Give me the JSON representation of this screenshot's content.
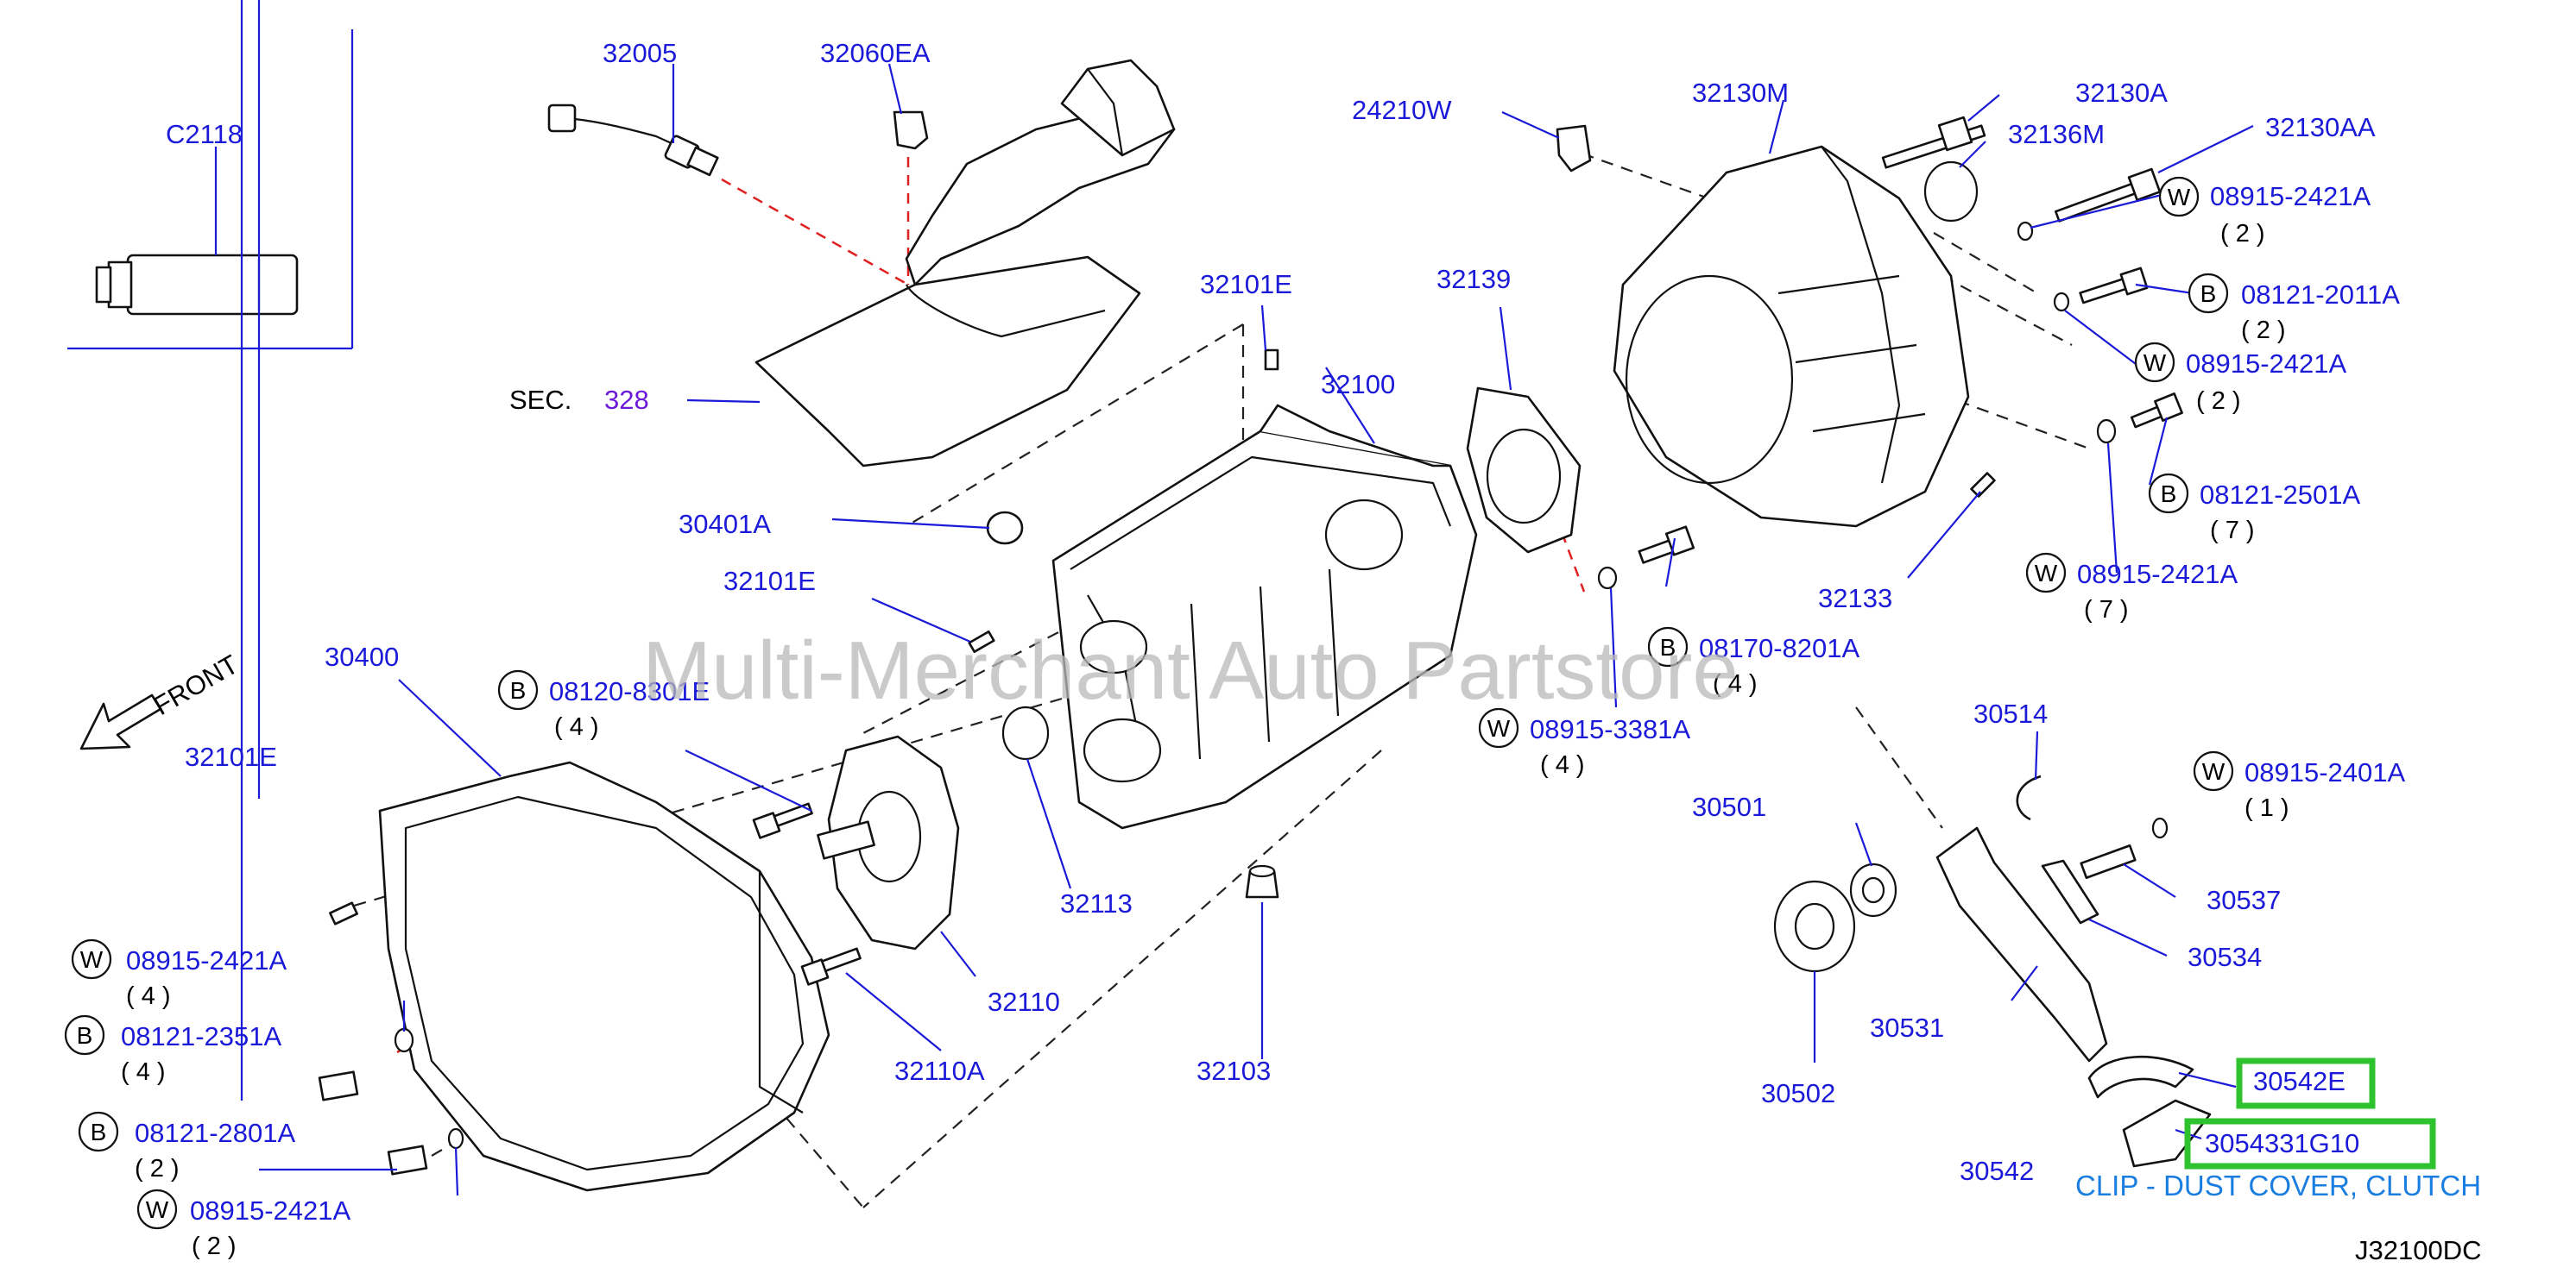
{
  "parts": {
    "p32005": "32005",
    "p32060EA": "32060EA",
    "pC2118": "C2118",
    "p24210W": "24210W",
    "p32130M": "32130M",
    "p32130A": "32130A",
    "p32130AA": "32130AA",
    "p32136M": "32136M",
    "p32139": "32139",
    "p32101E_a": "32101E",
    "p32100": "32100",
    "p30401A": "30401A",
    "p32101E_b": "32101E",
    "p32133": "32133",
    "p30400": "30400",
    "p32101E_c": "32101E",
    "p32113": "32113",
    "p32110": "32110",
    "p32110A": "32110A",
    "p32103": "32103",
    "p30514": "30514",
    "p30501": "30501",
    "p30537": "30537",
    "p30534": "30534",
    "p30531": "30531",
    "p30502": "30502",
    "p30542": "30542",
    "p30542E": "30542E",
    "p3054331G10": "3054331G10"
  },
  "fasteners": [
    {
      "prefix": "W",
      "number": "08915-2421A",
      "qty": "( 2 )"
    },
    {
      "prefix": "B",
      "number": "08121-2011A",
      "qty": "( 2 )"
    },
    {
      "prefix": "W",
      "number": "08915-2421A",
      "qty": "( 2 )"
    },
    {
      "prefix": "B",
      "number": "08121-2501A",
      "qty": "( 7 )"
    },
    {
      "prefix": "W",
      "number": "08915-2421A",
      "qty": "( 7 )"
    },
    {
      "prefix": "B",
      "number": "08170-8201A",
      "qty": "( 4 )"
    },
    {
      "prefix": "W",
      "number": "08915-3381A",
      "qty": "( 4 )"
    },
    {
      "prefix": "B",
      "number": "08120-8301E",
      "qty": "( 4 )"
    },
    {
      "prefix": "W",
      "number": "08915-2401A",
      "qty": "( 1 )"
    },
    {
      "prefix": "W",
      "number": "08915-2421A",
      "qty": "( 4 )"
    },
    {
      "prefix": "B",
      "number": "08121-2351A",
      "qty": "( 4 )"
    },
    {
      "prefix": "B",
      "number": "08121-2801A",
      "qty": "( 2 )"
    },
    {
      "prefix": "W",
      "number": "08915-2421A",
      "qty": "( 2 )"
    }
  ],
  "section_ref": {
    "label": "SEC.",
    "number": "328"
  },
  "front_label": "FRONT",
  "watermark": "Multi-Merchant Auto Partstore",
  "highlight_description": "CLIP - DUST COVER, CLUTCH",
  "diagram_code": "J32100DC",
  "colors": {
    "part_number": "#1a1ad8",
    "highlight": "#2ec32e",
    "section": "#6a1ad8",
    "description": "#1a7ee0"
  }
}
